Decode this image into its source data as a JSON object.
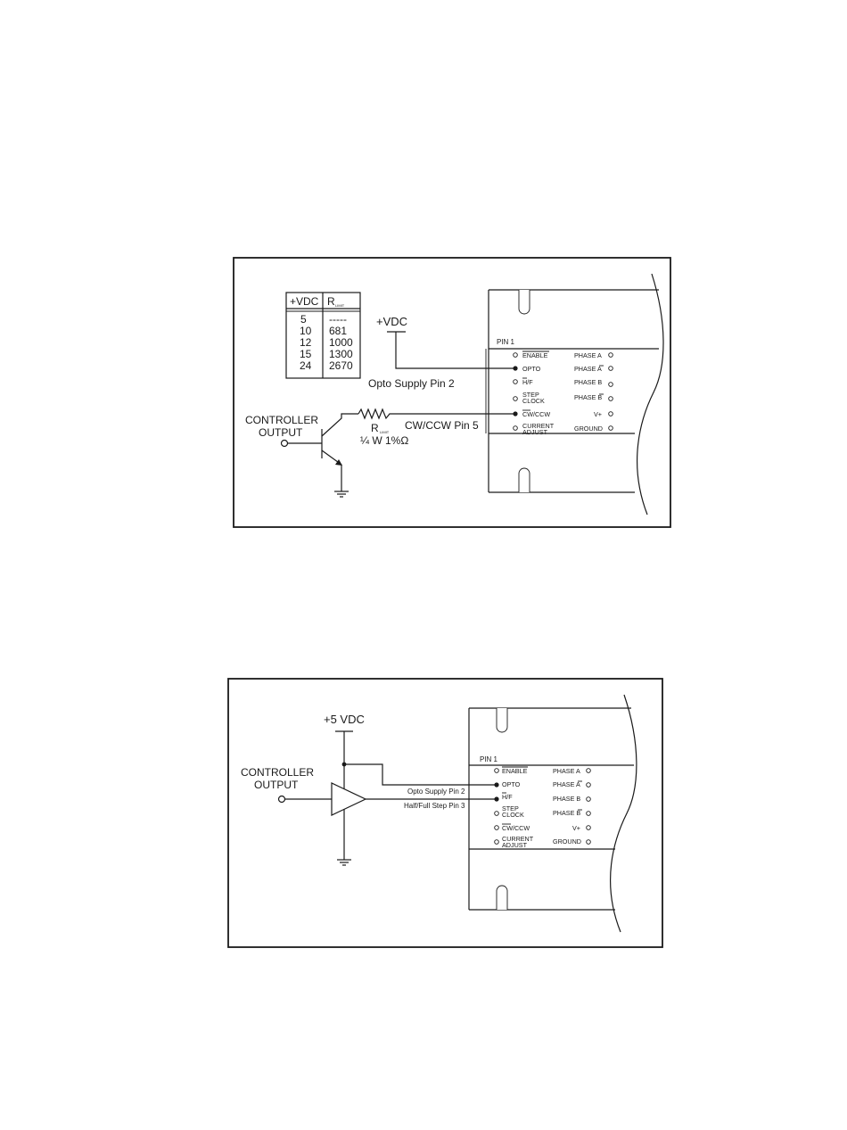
{
  "diagram1": {
    "table": {
      "headers": [
        "+VDC",
        "R"
      ],
      "header_r_sub": "LIMIT",
      "rows": [
        [
          "5",
          "-----"
        ],
        [
          "10",
          "681"
        ],
        [
          "12",
          "1000"
        ],
        [
          "15",
          "1300"
        ],
        [
          "24",
          "2670"
        ]
      ]
    },
    "vdc_label": "+VDC",
    "controller_line1": "CONTROLLER",
    "controller_line2": "OUTPUT",
    "resistor_label": "R",
    "resistor_sub": "LIMIT",
    "resistor_spec": "¼ W 1%Ω",
    "opto_supply_label": "Opto Supply Pin 2",
    "cwccw_label": "CW/CCW Pin 5",
    "pin1_label": "PIN 1",
    "left_pins": [
      "ENABLE",
      "OPTO",
      "H/F",
      "STEP",
      "CLOCK",
      "CW/CCW",
      "CURRENT",
      "ADJUST"
    ],
    "right_pins": [
      "PHASE A",
      "PHASE A",
      "PHASE B",
      "PHASE B",
      "V+",
      "GROUND"
    ]
  },
  "diagram2": {
    "vdc_label": "+5 VDC",
    "controller_line1": "CONTROLLER",
    "controller_line2": "OUTPUT",
    "opto_supply_label": "Opto Supply Pin 2",
    "halffull_label": "Half/Full Step Pin 3",
    "pin1_label": "PIN 1",
    "left_pins": [
      "ENABLE",
      "OPTO",
      "H/F",
      "STEP",
      "CLOCK",
      "CW/CCW",
      "CURRENT",
      "ADJUST"
    ],
    "right_pins": [
      "PHASE A",
      "PHASE A",
      "PHASE B",
      "PHASE B",
      "V+",
      "GROUND"
    ]
  }
}
